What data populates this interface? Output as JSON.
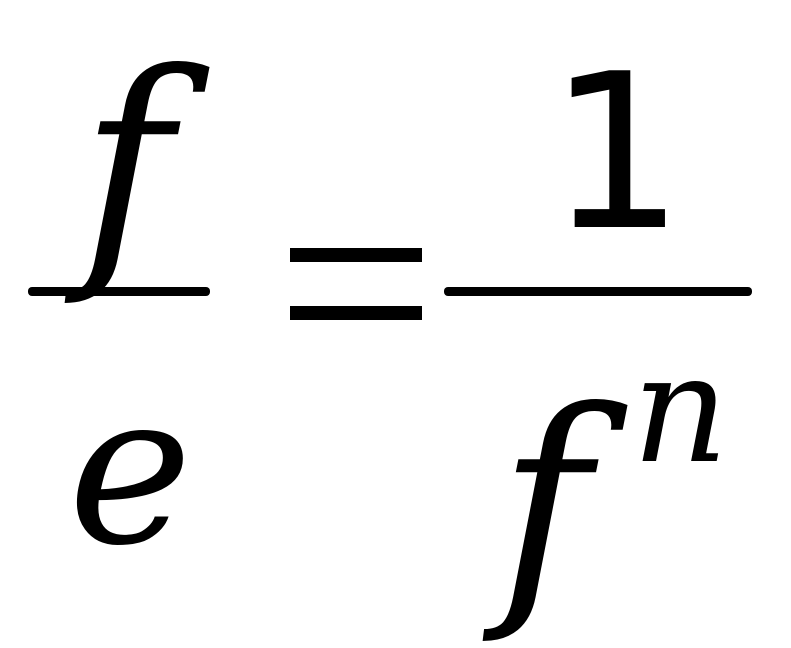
{
  "equation": {
    "lhs": {
      "numerator": "f",
      "denominator": "e"
    },
    "operator": "=",
    "rhs": {
      "numerator": "1",
      "denominator_base": "f",
      "denominator_exponent": "n"
    }
  },
  "colors": {
    "ink": "#000000",
    "background": "#ffffff"
  }
}
